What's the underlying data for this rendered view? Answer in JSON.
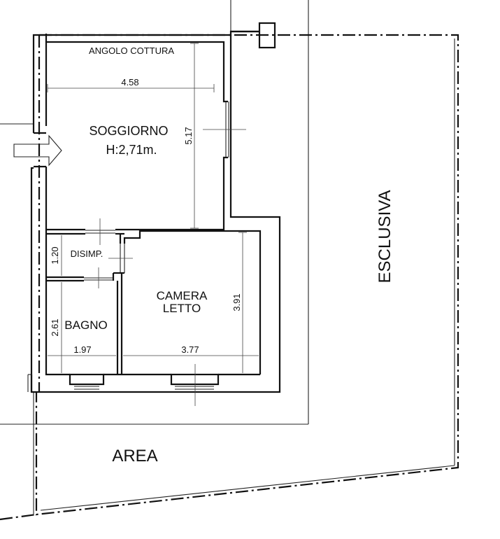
{
  "rooms": {
    "kitchen": "ANGOLO COTTURA",
    "living": "SOGGIORNO",
    "living_height": "H:2,71m.",
    "hall": "DISIMP.",
    "bath": "BAGNO",
    "bedroom_line1": "CAMERA",
    "bedroom_line2": "LETTO"
  },
  "dimensions": {
    "living_width": "4.58",
    "living_depth": "5.17",
    "hall_depth": "1.20",
    "bath_depth": "2.61",
    "bath_width": "1.97",
    "bedroom_width": "3.77",
    "bedroom_depth": "3.91"
  },
  "area": {
    "word1": "AREA",
    "word2": "ESCLUSIVA"
  }
}
